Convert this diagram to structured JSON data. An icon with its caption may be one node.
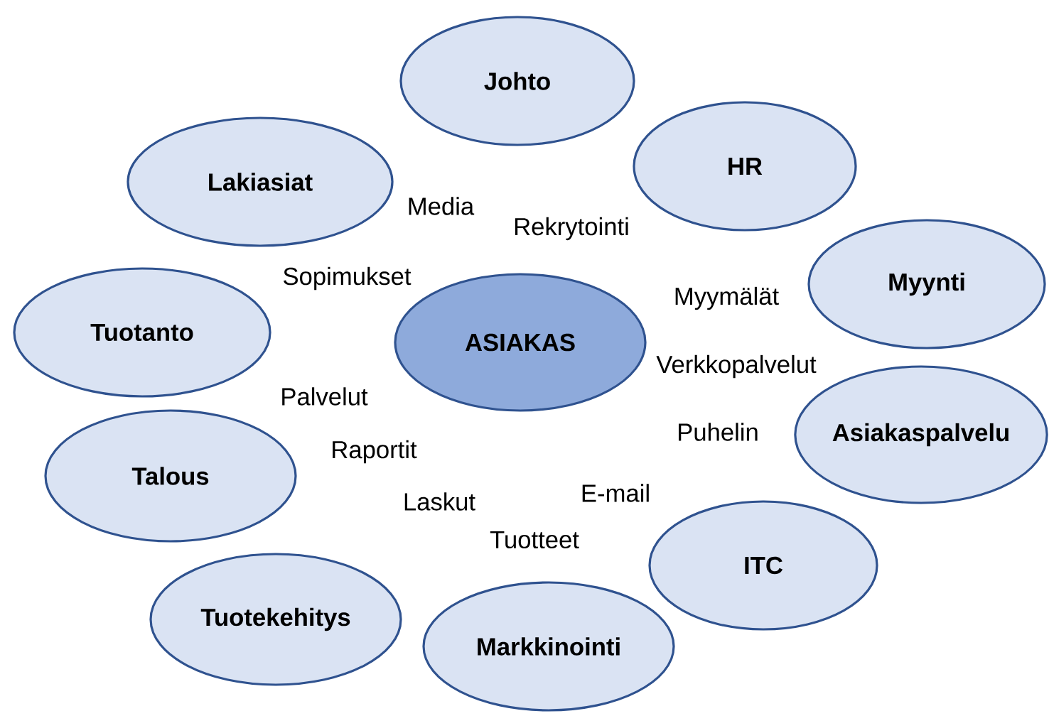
{
  "diagram": {
    "nodes": [
      {
        "text": [
          "Johto"
        ]
      },
      {
        "text": [
          "Lakiasiat"
        ]
      },
      {
        "text": [
          "HR"
        ]
      },
      {
        "text": [
          "Myynti"
        ]
      },
      {
        "text": [
          "Tuotanto"
        ]
      },
      {
        "text": [
          "ASIAKAS"
        ]
      },
      {
        "text": [
          "Asiakaspalvelu"
        ]
      },
      {
        "text": [
          "Talous"
        ]
      },
      {
        "text": [
          "ITC"
        ]
      },
      {
        "text": [
          "Tuotekehitys"
        ]
      },
      {
        "text": [
          "Markkinointi"
        ]
      }
    ],
    "labels": [
      "Media",
      "Rekrytointi",
      "Sopimukset",
      "Myymälät",
      "Verkkopalvelut",
      "Palvelut",
      "Puhelin",
      "Raportit",
      "E-mail",
      "Laskut",
      "Tuotteet"
    ]
  }
}
